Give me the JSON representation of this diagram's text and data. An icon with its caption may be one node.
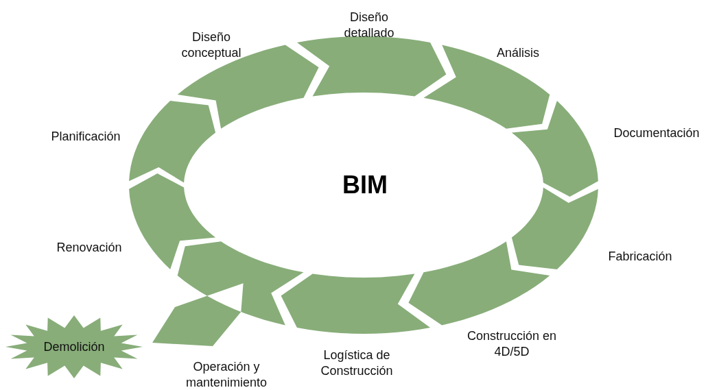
{
  "diagram": {
    "nodes": [
      {
        "text": [
          "Planificación"
        ]
      },
      {
        "text": [
          "Diseño conceptual"
        ]
      },
      {
        "text": [
          "Diseño detallado"
        ]
      },
      {
        "text": [
          "Análisis"
        ]
      },
      {
        "text": [
          "Documentación"
        ]
      },
      {
        "text": [
          "Fabricación"
        ]
      },
      {
        "text": [
          "Construcción en 4D/5D"
        ]
      },
      {
        "text": [
          "Logística de Construcción"
        ]
      },
      {
        "text": [
          "Operación y mantenimiento"
        ]
      },
      {
        "text": [
          "Renovación"
        ]
      },
      {
        "text": [
          "Demolición"
        ]
      }
    ],
    "labels": [
      "BIM"
    ]
  }
}
